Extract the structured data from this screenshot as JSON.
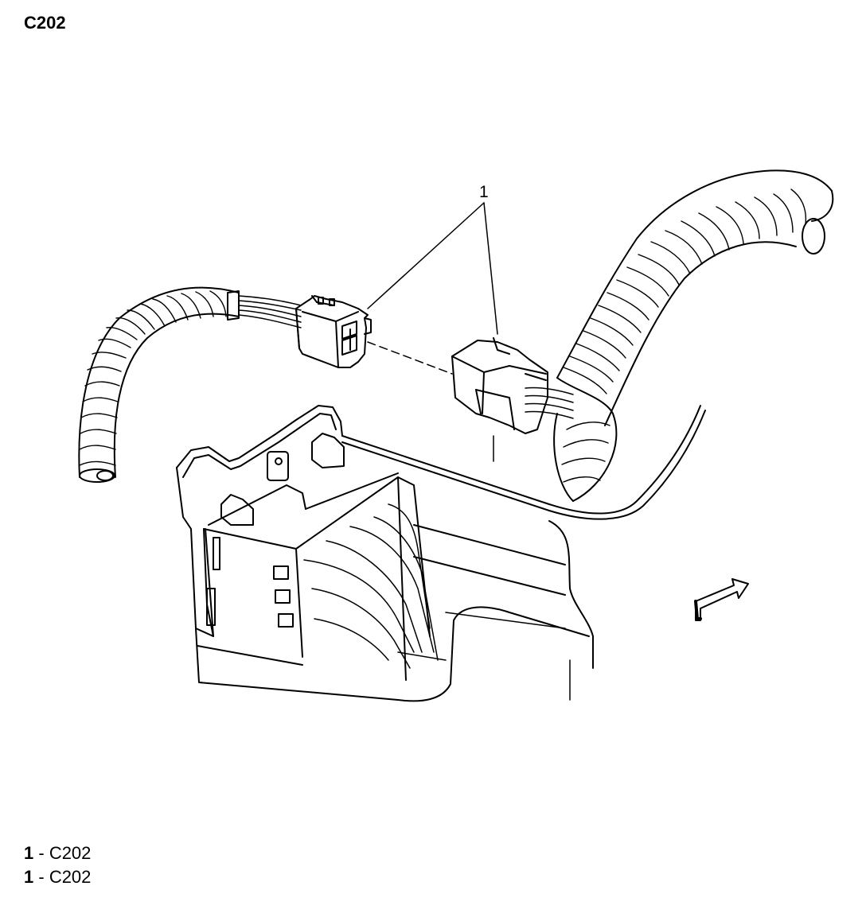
{
  "header": {
    "title": "C202"
  },
  "diagram": {
    "callout_label": "1"
  },
  "legend": {
    "items": [
      {
        "number": "1",
        "separator": " - ",
        "text": "C202"
      },
      {
        "number": "1",
        "separator": " - ",
        "text": "C202"
      }
    ]
  }
}
